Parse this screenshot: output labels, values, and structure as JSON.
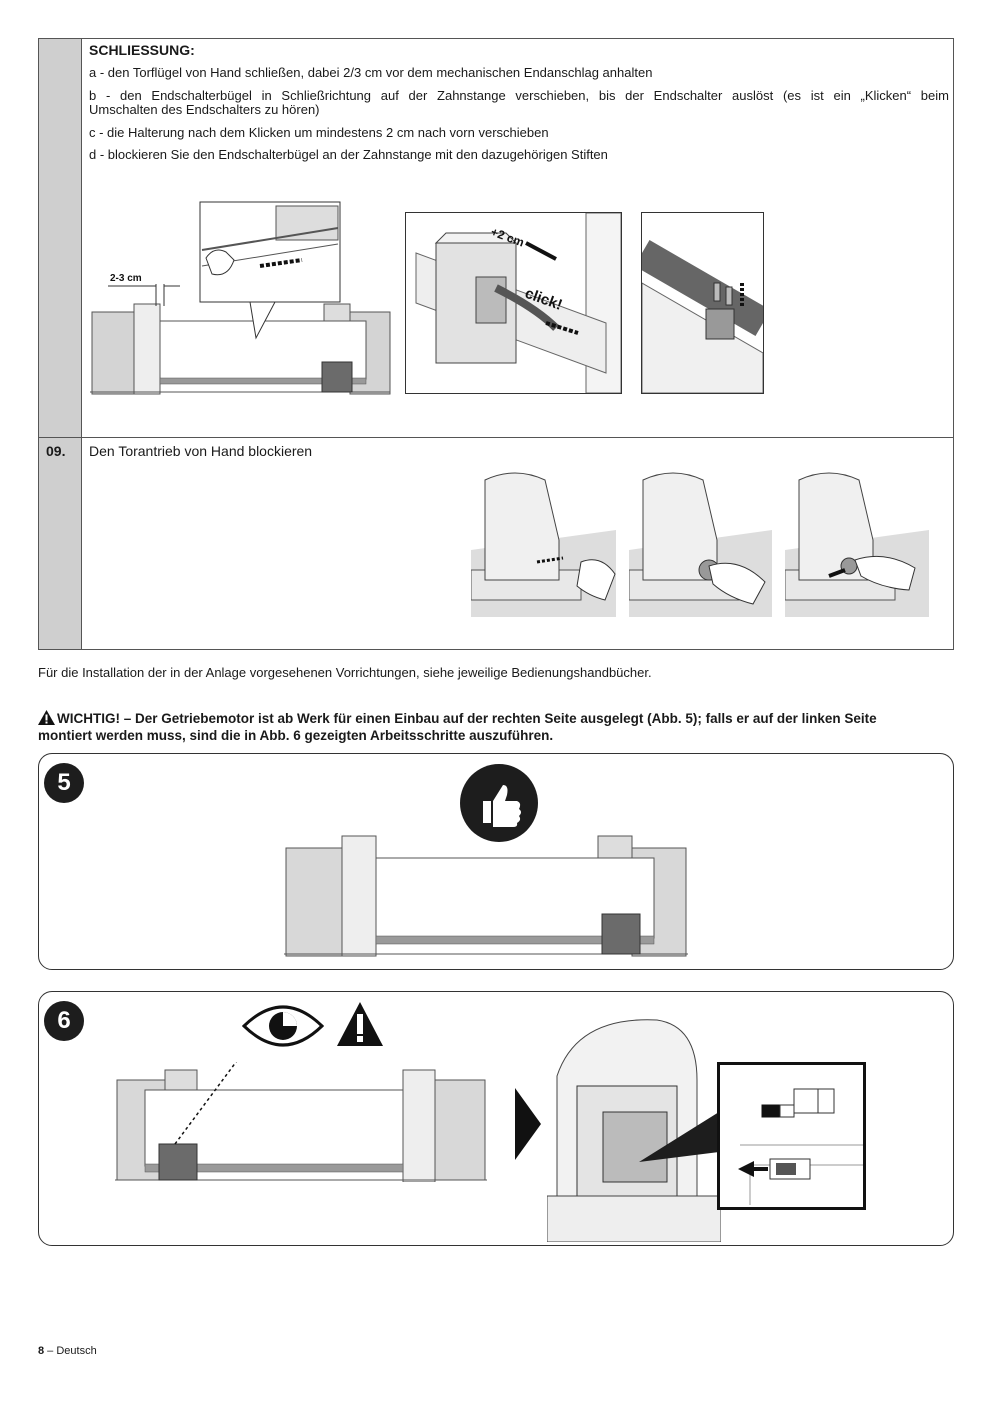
{
  "step_closing": {
    "heading": "SCHLIESSUNG:",
    "item_a": "a - den Torflügel von Hand schließen, dabei 2/3 cm vor dem mechanischen Endanschlag anhalten",
    "item_b_line1": "b - den Endschalterbügel in Schließrichtung auf der Zahnstange verschieben, bis der Endschalter auslöst (es ist ein „Klicken“ beim",
    "item_b_line2": "Umschalten des Endschalters zu hören)",
    "item_c": "c - die Halterung nach dem Klicken um mindestens 2 cm nach vorn verschieben",
    "item_d": "d - blockieren Sie den Endschalterbügel an der Zahnstange mit den dazugehörigen Stiften",
    "fig_label_gap": "2-3 cm",
    "fig_label_plus": "+2 cm",
    "fig_label_click": "click!"
  },
  "step_09": {
    "number": "09.",
    "text": "Den Torantrieb von Hand blockieren"
  },
  "note_install": "Für die Installation der in der Anlage vorgesehenen Vorrichtungen, siehe jeweilige Bedienungshandbücher.",
  "warning": {
    "line1": "WICHTIG! – Der Getriebemotor ist ab Werk für einen Einbau auf der rechten Seite ausgelegt (Abb. 5); falls er auf der linken Seite",
    "line2": "montiert werden muss, sind die in Abb. 6 gezeigten Arbeitsschritte auszuführen."
  },
  "figure5": {
    "number": "5"
  },
  "figure6": {
    "number": "6"
  },
  "footer": {
    "page": "8",
    "language": " – Deutsch"
  },
  "colors": {
    "sidebar": "#cfcfcf",
    "dark": "#1d1d1d",
    "motor": "#6b6b6b"
  }
}
